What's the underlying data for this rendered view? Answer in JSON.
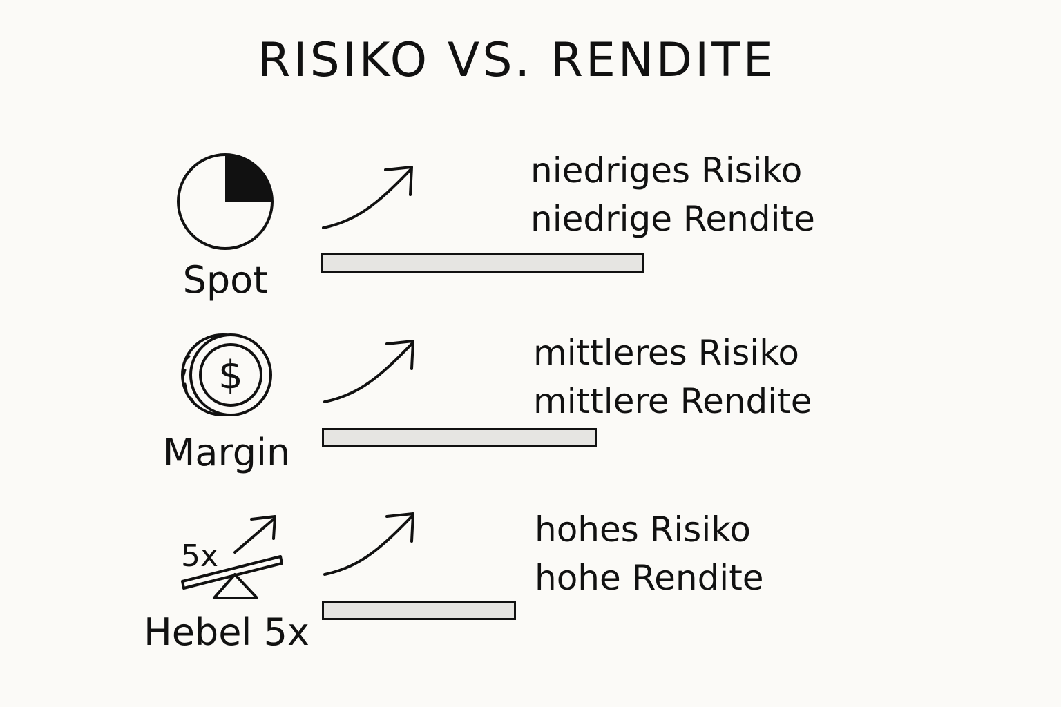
{
  "title": "RISIKO VS. RENDITE",
  "rows": [
    {
      "label": "Spot",
      "icon": "pie-chart-icon",
      "risk": "niedriges Risiko",
      "return": "niedrige Rendite",
      "bar_level": 1.0
    },
    {
      "label": "Margin",
      "icon": "dollar-coin-icon",
      "risk": "mittleres Risiko",
      "return": "mittlere Rendite",
      "bar_level": 0.85
    },
    {
      "label": "Hebel 5x",
      "icon": "lever-icon",
      "icon_text": "5x",
      "risk": "hohes Risiko",
      "return": "hohe Rendite",
      "bar_level": 0.6
    }
  ]
}
